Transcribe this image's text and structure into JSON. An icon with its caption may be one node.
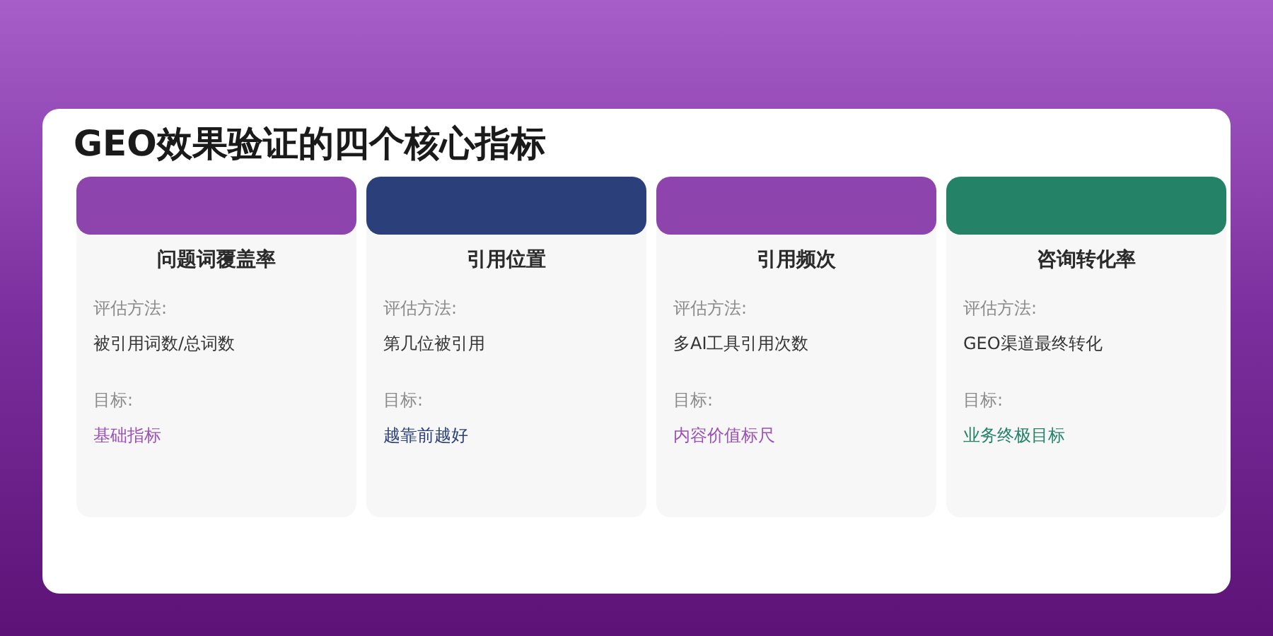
{
  "diagram": {
    "title": "GEO效果验证的四个核心指标",
    "nodes": [
      {
        "text": [
          "问题词覆盖率",
          "评估方法:",
          "被引用词数/总词数",
          "目标:",
          "基础指标"
        ]
      },
      {
        "text": [
          "引用位置",
          "评估方法:",
          "第几位被引用",
          "目标:",
          "越靠前越好"
        ]
      },
      {
        "text": [
          "引用频次",
          "评估方法:",
          "多AI工具引用次数",
          "目标:",
          "内容价值标尺"
        ]
      },
      {
        "text": [
          "咨询转化率",
          "评估方法:",
          "GEO渠道最终转化",
          "目标:",
          "业务终极目标"
        ]
      }
    ],
    "edges": []
  }
}
